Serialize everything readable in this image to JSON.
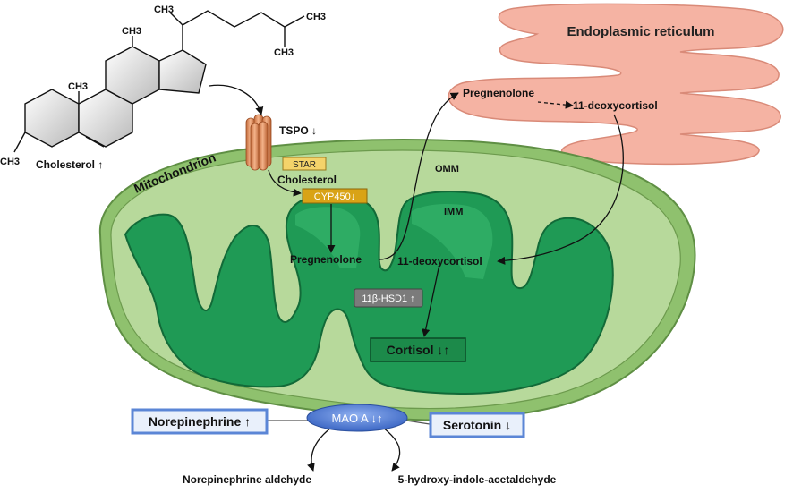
{
  "cholesterol": {
    "methyl_top": "CH3",
    "methyl_side": "CH3",
    "methyl_ring": "CH3",
    "methyl_chain1": "CH3",
    "methyl_chain2": "CH3",
    "methyl_chain3": "CH3",
    "label": "Cholesterol ↑"
  },
  "er": {
    "title": "Endoplasmic reticulum"
  },
  "er_pathway": {
    "substrate": "Pregnenolone",
    "product": "11-deoxycortisol"
  },
  "tspo": {
    "label": "TSPO ↓"
  },
  "mitochondrion": {
    "title": "Mitochondrion",
    "omm": "OMM",
    "imm": "IMM",
    "star": "STAR",
    "cholesterol": "Cholesterol",
    "cyp450": "CYP450↓",
    "pregnenolone": "Pregnenolone",
    "deoxycortisol": "11-deoxycortisol",
    "hsd": "11β-HSD1 ↑",
    "cortisol": "Cortisol ↓↑"
  },
  "mao": {
    "enzyme": "MAO A ↓↑",
    "norepinephrine": "Norepinephrine ↑",
    "serotonin": "Serotonin ↓",
    "ne_product": "Norepinephrine aldehyde",
    "ser_product": "5-hydroxy-indole-acetaldehyde"
  },
  "colors": {
    "er_fill": "#f5b3a3",
    "mito_outer": "#9cc97a",
    "mito_inner": "#1f9a55",
    "cyp_box": "#d9a316",
    "star_box": "#f4d36a",
    "hsd_box": "#7b7b7b",
    "mao_fill": "#4a79d6"
  }
}
